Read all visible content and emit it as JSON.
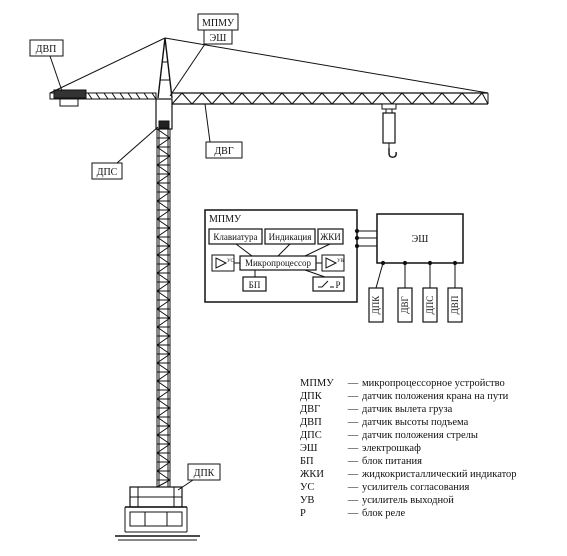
{
  "crane_labels": {
    "dvp": "ДВП",
    "mpmu": "МПМУ",
    "esh": "ЭШ",
    "dps": "ДПС",
    "dvg": "ДВГ",
    "dpk": "ДПК"
  },
  "block_diagram": {
    "mpmu_title": "МПМУ",
    "keyboard": "Клавиатура",
    "indication": "Индикация",
    "lcd": "ЖКИ",
    "microprocessor": "Микропроцессор",
    "us": "УС",
    "uv": "УВ",
    "bp": "БП",
    "relay": "Р",
    "esh": "ЭШ",
    "sensors": [
      "ДПК",
      "ДВГ",
      "ДПС",
      "ДВП"
    ]
  },
  "legend": [
    {
      "abbr": "МПМУ",
      "desc": "микропроцессорное устройство"
    },
    {
      "abbr": "ДПК",
      "desc": "датчик положения крана на пути"
    },
    {
      "abbr": "ДВГ",
      "desc": "датчик вылета груза"
    },
    {
      "abbr": "ДВП",
      "desc": "датчик высоты подъема"
    },
    {
      "abbr": "ДПС",
      "desc": "датчик положения стрелы"
    },
    {
      "abbr": "ЭШ",
      "desc": "электрошкаф"
    },
    {
      "abbr": "БП",
      "desc": "блок питания"
    },
    {
      "abbr": "ЖКИ",
      "desc": "жидкокристаллический индикатор"
    },
    {
      "abbr": "УС",
      "desc": "усилитель согласования"
    },
    {
      "abbr": "УВ",
      "desc": "усилитель выходной"
    },
    {
      "abbr": "Р",
      "desc": "блок реле"
    }
  ],
  "legend_dash": "—"
}
